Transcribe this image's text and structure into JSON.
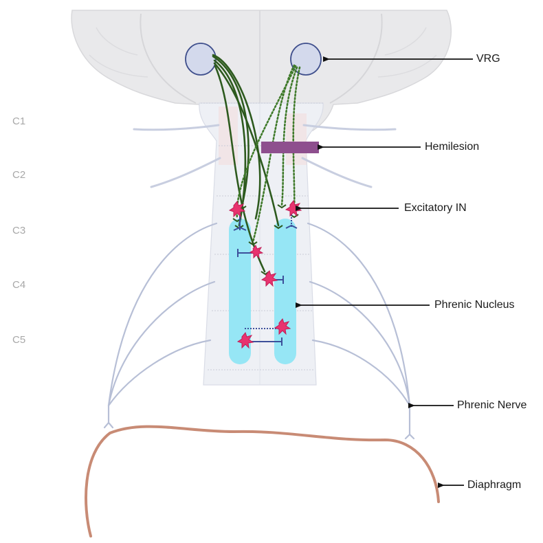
{
  "levels": [
    "C1",
    "C2",
    "C3",
    "C4",
    "C5"
  ],
  "labels": {
    "vrg": "VRG",
    "hemilesion": "Hemilesion",
    "excitatory_in": "Excitatory IN",
    "phrenic_nucleus": "Phrenic Nucleus",
    "phrenic_nerve": "Phrenic Nerve",
    "diaphragm": "Diaphragm"
  },
  "colors": {
    "brain": "#e8e8ea",
    "brain_outline": "#d6d6d9",
    "cord": "#eef0f5",
    "nucleus": "#96e6f5",
    "nerve": "#b7bfd6",
    "vrg_fill": "#d3d9ec",
    "vrg_outline": "#3f4f8c",
    "axon_intact": "#2d5a1e",
    "axon_lesioned": "#3f7a2a",
    "lesion": "#8e4f8e",
    "interneuron": "#e8336f",
    "motor_connection": "#3c4f9a",
    "diaphragm": "#c88b75",
    "arrow": "#111111"
  }
}
